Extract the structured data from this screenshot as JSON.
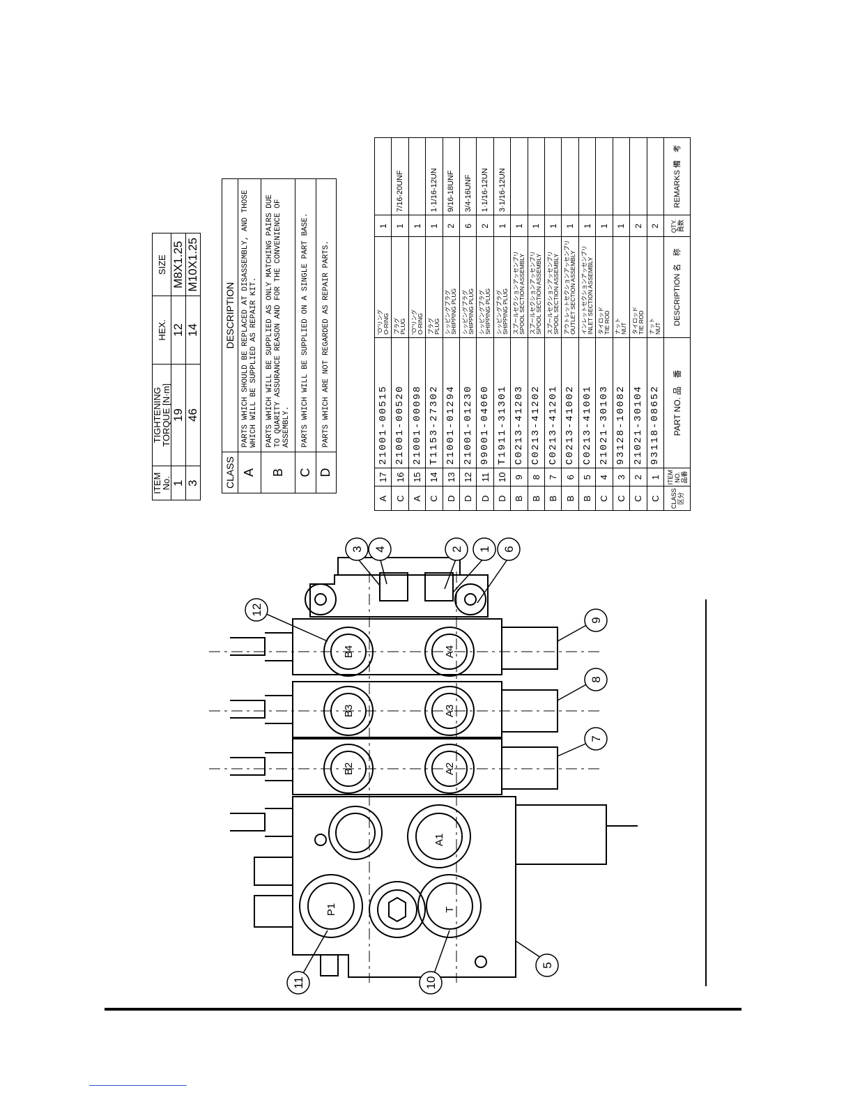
{
  "torque_table": {
    "headers": {
      "item": "ITEM No.",
      "torque": "TIGHTENING TORQUE [N·m]",
      "hex": "HEX.",
      "size": "SIZE"
    },
    "rows": [
      {
        "item": "1",
        "torque": "19",
        "hex": "12",
        "size": "M8X1.25"
      },
      {
        "item": "3",
        "torque": "46",
        "hex": "14",
        "size": "M10X1.25"
      }
    ]
  },
  "class_table": {
    "headers": {
      "class": "CLASS",
      "description": "DESCRIPTION"
    },
    "rows": [
      {
        "class": "A",
        "description": "PARTS WHICH SHOULD BE REPLACED AT DISASSEMBLY, AND THOSE WHICH WILL BE SUPPLIED AS REPAIR KIT."
      },
      {
        "class": "B",
        "description": "PARTS WHICH WILL BE SUPPLIED AS ONLY MATCHING PAIRS DUE TO QUARITY ASSURANCE REASON AND FOR THE CONVENIENCE OF ASSEMBLY."
      },
      {
        "class": "C",
        "description": "PARTS WHICH WILL BE SUPPLIED ON A SINGLE PART BASE."
      },
      {
        "class": "D",
        "description": "PARTS WHICH ARE NOT REGARDED AS REPAIR PARTS."
      }
    ]
  },
  "parts_table": {
    "headers": {
      "class": "CLASS 区分",
      "item": "ITEM NO. 品番",
      "part_no": "PART NO.",
      "part_no_jp": "品　番",
      "description": "DESCRIPTION",
      "description_jp": "名　称",
      "qty": "QTY. 員数",
      "remarks": "REMARKS",
      "remarks_jp": "備　考"
    },
    "rows": [
      {
        "class": "A",
        "item": "17",
        "part_no": "21001-00515",
        "jp": "\"O\"リング",
        "desc": "O-RING",
        "qty": "1",
        "remarks": ""
      },
      {
        "class": "C",
        "item": "16",
        "part_no": "21001-00520",
        "jp": "プラグ",
        "desc": "PLUG",
        "qty": "1",
        "remarks": "7/16-20UNF"
      },
      {
        "class": "A",
        "item": "15",
        "part_no": "21001-00098",
        "jp": "\"O\"リング",
        "desc": "O-RING",
        "qty": "1",
        "remarks": ""
      },
      {
        "class": "C",
        "item": "14",
        "part_no": "T1153-27302",
        "jp": "プラグ",
        "desc": "PLUG",
        "qty": "1",
        "remarks": "1·1/16-12UN"
      },
      {
        "class": "D",
        "item": "13",
        "part_no": "21001-01294",
        "jp": "シッピングプラグ",
        "desc": "SHIPPING PLUG",
        "qty": "2",
        "remarks": "9/16-18UNF"
      },
      {
        "class": "D",
        "item": "12",
        "part_no": "21001-01230",
        "jp": "シッピングプラグ",
        "desc": "SHIPPING PLUG",
        "qty": "6",
        "remarks": "3/4-16UNF"
      },
      {
        "class": "D",
        "item": "11",
        "part_no": "99001-04060",
        "jp": "シッピングプラグ",
        "desc": "SHIPPING PLUG",
        "qty": "2",
        "remarks": "1·1/16-12UN"
      },
      {
        "class": "D",
        "item": "10",
        "part_no": "T1911-31301",
        "jp": "シッピングプラグ",
        "desc": "SHIPPING PLUG",
        "qty": "1",
        "remarks": "3·1/16-12UN"
      },
      {
        "class": "B",
        "item": "9",
        "part_no": "C0213-41203",
        "jp": "スプールセクションアッセンブリ",
        "desc": "SPOOL SECTION ASSEMBLY",
        "qty": "1",
        "remarks": ""
      },
      {
        "class": "B",
        "item": "8",
        "part_no": "C0213-41202",
        "jp": "スプールセクションアッセンブリ",
        "desc": "SPOOL SECTION ASSEMBLY",
        "qty": "1",
        "remarks": ""
      },
      {
        "class": "B",
        "item": "7",
        "part_no": "C0213-41201",
        "jp": "スプールセクションアッセンブリ",
        "desc": "SPOOL SECTION ASSEMBLY",
        "qty": "1",
        "remarks": ""
      },
      {
        "class": "B",
        "item": "6",
        "part_no": "C0213-41002",
        "jp": "アウトレットセクションアッセンブリ",
        "desc": "OUTLET SECTION ASSEMBLY",
        "qty": "1",
        "remarks": ""
      },
      {
        "class": "B",
        "item": "5",
        "part_no": "C0213-41001",
        "jp": "インレットセクションアッセンブリ",
        "desc": "INLET SECTION ASSEMBLY",
        "qty": "1",
        "remarks": ""
      },
      {
        "class": "C",
        "item": "4",
        "part_no": "21021-30103",
        "jp": "タイロッド",
        "desc": "TIE ROD",
        "qty": "1",
        "remarks": ""
      },
      {
        "class": "C",
        "item": "3",
        "part_no": "93128-10082",
        "jp": "ナット",
        "desc": "NUT",
        "qty": "1",
        "remarks": ""
      },
      {
        "class": "C",
        "item": "2",
        "part_no": "21021-30104",
        "jp": "タイロッド",
        "desc": "TIE ROD",
        "qty": "2",
        "remarks": ""
      },
      {
        "class": "C",
        "item": "1",
        "part_no": "93118-08652",
        "jp": "ナット",
        "desc": "NUT",
        "qty": "2",
        "remarks": ""
      }
    ]
  },
  "drawing": {
    "port_labels": [
      "B4",
      "A4",
      "B3",
      "A3",
      "B2",
      "A2",
      "A1",
      "P1",
      "T"
    ],
    "callouts": [
      "3",
      "4",
      "2",
      "1",
      "6",
      "12",
      "9",
      "8",
      "7",
      "11",
      "10",
      "5"
    ]
  }
}
